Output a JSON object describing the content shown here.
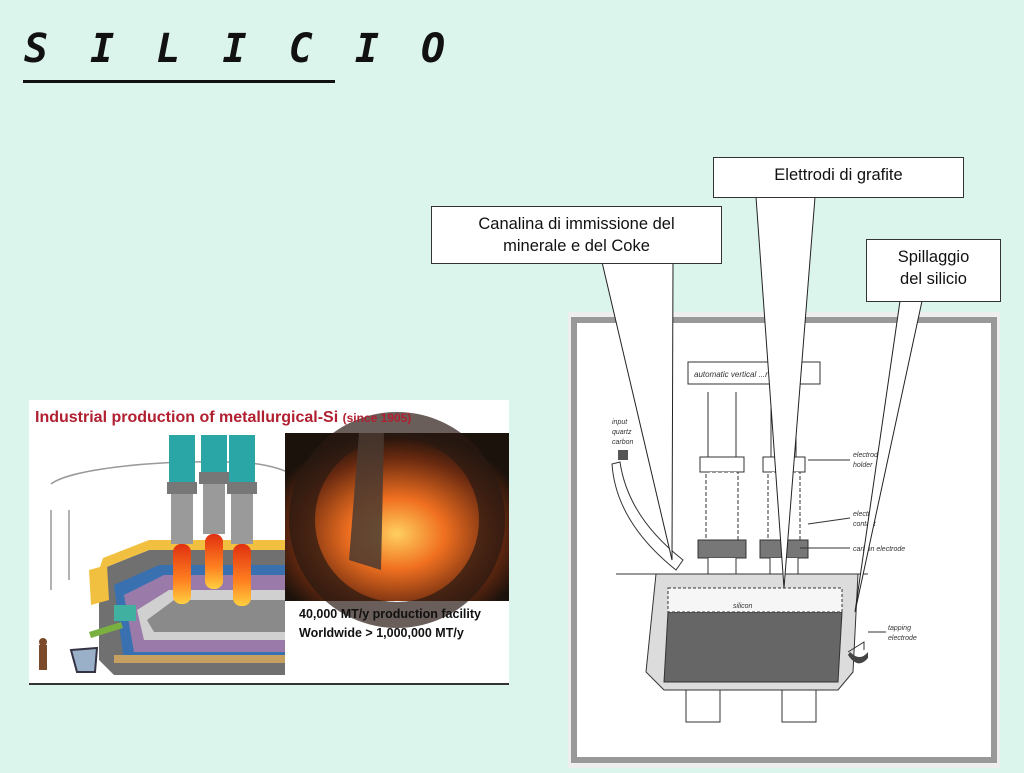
{
  "title": "S I L I C I O",
  "callouts": {
    "electrodes": "Elettrodi di grafite",
    "feed_line1": "Canalina di immissione del",
    "feed_line2": "minerale e del Coke",
    "tapping_line1": "Spillaggio",
    "tapping_line2": "del silicio"
  },
  "left_figure": {
    "heading": "Industrial production of metallurgical-Si",
    "heading_since": "(since 1905)",
    "fact_1": "40,000 MT/y production facility",
    "fact_2": "Worldwide > 1,000,000 MT/y"
  },
  "right_figure": {
    "labels": {
      "top_box": "automatic vertical ...r",
      "input_1": "input",
      "input_2": "quartz",
      "input_3": "carbon",
      "holder_1": "electrode",
      "holder_2": "holder",
      "contact_1": "electric",
      "contact_2": "contact",
      "carbon_electrode": "carbon electrode",
      "tapping_1": "tapping",
      "tapping_2": "electrode",
      "silicon": "silicon"
    }
  }
}
